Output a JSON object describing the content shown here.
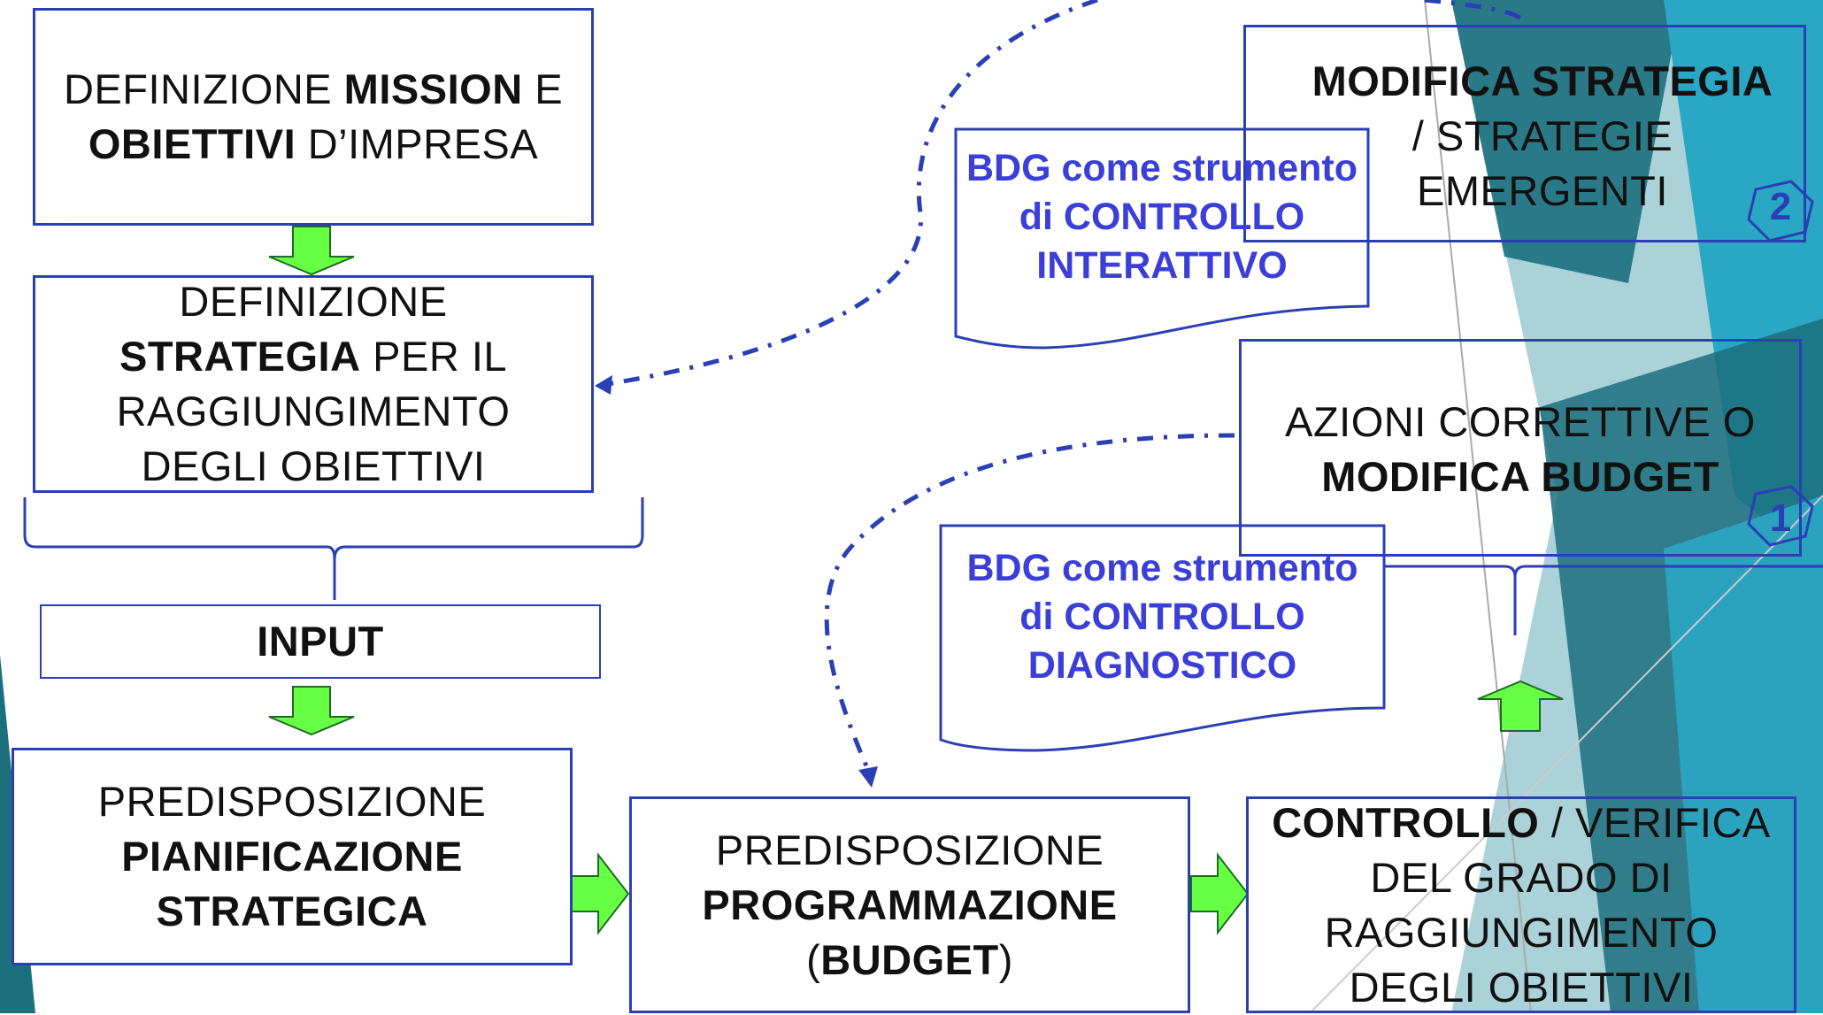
{
  "colors": {
    "box_border": "#2b3fb5",
    "arrow_fill": "#66ff44",
    "arrow_stroke": "#1d6b25",
    "doc_text": "#3b3fd8",
    "dashed_connector": "#2b3fb5",
    "teal_dark": "#1c6f7d",
    "teal_mid": "#2aa7c4",
    "teal_light": "#8fc2cc"
  },
  "boxes": {
    "mission": {
      "pre": "DEFINIZIONE ",
      "b1": "MISSION",
      "mid": " E",
      "b2": "OBIETTIVI",
      "post": " D’IMPRESA"
    },
    "strategia": {
      "l1": "DEFINIZIONE",
      "b1": "STRATEGIA",
      "l2post": " PER IL",
      "l3": "RAGGIUNGIMENTO",
      "l4": "DEGLI OBIETTIVI"
    },
    "input": {
      "label": "INPUT"
    },
    "pianificazione": {
      "l1": "PREDISPOSIZIONE",
      "b1": "PIANIFICAZIONE",
      "b2": "STRATEGICA"
    },
    "programmazione": {
      "l1": "PREDISPOSIZIONE",
      "b1": "PROGRAMMAZIONE",
      "open": "(",
      "b2": "BUDGET",
      "close": ")"
    },
    "controllo": {
      "b1": "CONTROLLO",
      "l1post": " / VERIFICA",
      "l2": "DEL GRADO DI",
      "l3": "RAGGIUNGIMENTO",
      "l4": "DEGLI OBIETTIVI"
    },
    "modifica_strategia": {
      "b1": "MODIFICA STRATEGIA",
      "l2": "/ STRATEGIE",
      "l3": "EMERGENTI"
    },
    "azioni": {
      "l1": "AZIONI CORRETTIVE O",
      "b1": "MODIFICA BUDGET"
    }
  },
  "documents": {
    "interattivo": {
      "l1": "BDG come strumento",
      "l2": "di CONTROLLO",
      "l3": "INTERATTIVO"
    },
    "diagnostico": {
      "l1": "BDG come strumento",
      "l2": "di CONTROLLO",
      "l3": "DIAGNOSTICO"
    }
  },
  "badges": {
    "strategia_badge": "2",
    "budget_badge": "1"
  }
}
